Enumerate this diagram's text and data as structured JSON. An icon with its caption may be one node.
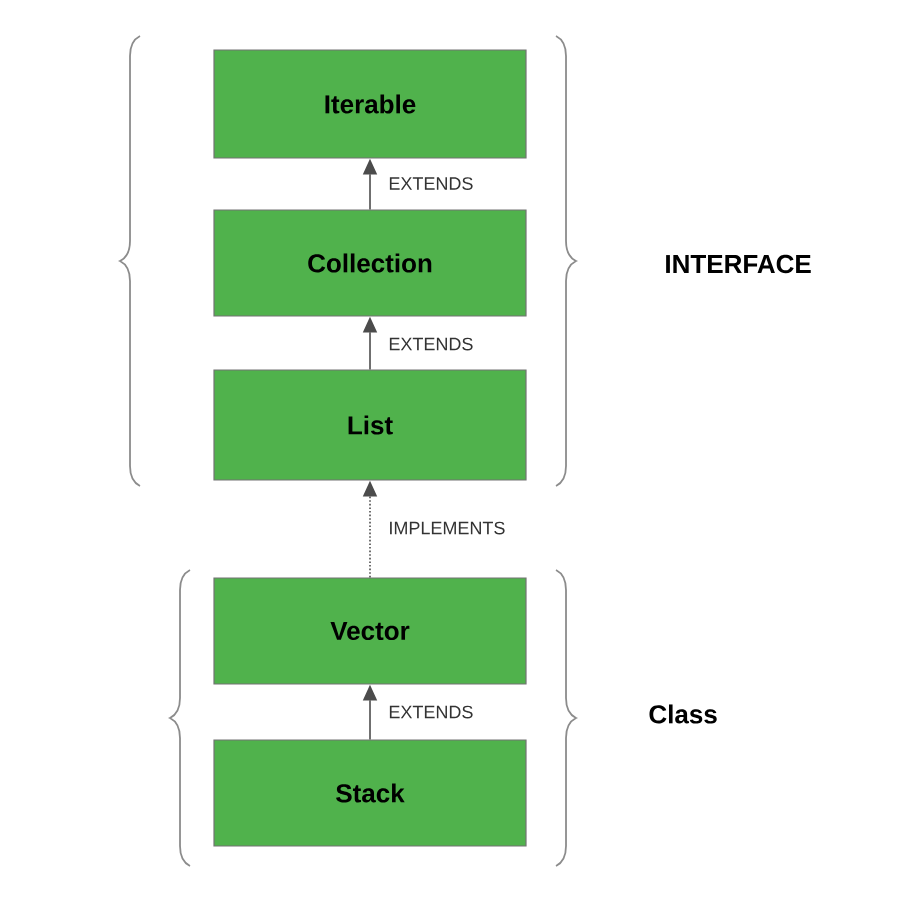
{
  "diagram": {
    "nodes": [
      {
        "text": [
          "Iterable"
        ]
      },
      {
        "text": [
          "Collection"
        ]
      },
      {
        "text": [
          "List"
        ]
      },
      {
        "text": [
          "Vector"
        ]
      },
      {
        "text": [
          "Stack"
        ]
      }
    ],
    "edges": [
      {
        "from": 1,
        "to": 0,
        "arrow": "to",
        "label": "EXTENDS"
      },
      {
        "from": 2,
        "to": 1,
        "arrow": "to",
        "label": "EXTENDS"
      },
      {
        "from": 3,
        "to": 2,
        "arrow": "to",
        "label": "IMPLEMENTS",
        "style": "dashed"
      },
      {
        "from": 4,
        "to": 3,
        "arrow": "to",
        "label": "EXTENDS"
      }
    ],
    "labels": [
      "INTERFACE",
      "Class"
    ]
  }
}
